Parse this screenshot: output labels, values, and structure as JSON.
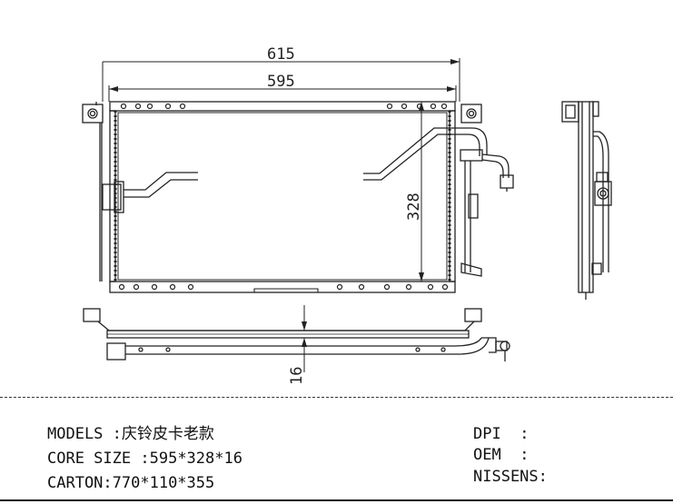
{
  "dimensions": {
    "overall_width": "615",
    "core_width": "595",
    "core_height": "328",
    "core_thickness": "16"
  },
  "specs": {
    "models_label": "MODELS",
    "models_value": ":庆铃皮卡老款",
    "core_size_label": "CORE SIZE",
    "core_size_value": ":595*328*16",
    "carton_label": "CARTON",
    "carton_value": ":770*110*355",
    "dpi_label": "DPI",
    "dpi_value": ":",
    "oem_label": "OEM",
    "oem_value": ":",
    "nissens_label": "NISSENS",
    "nissens_value": ":"
  },
  "colors": {
    "line": "#222222",
    "background": "#ffffff"
  }
}
